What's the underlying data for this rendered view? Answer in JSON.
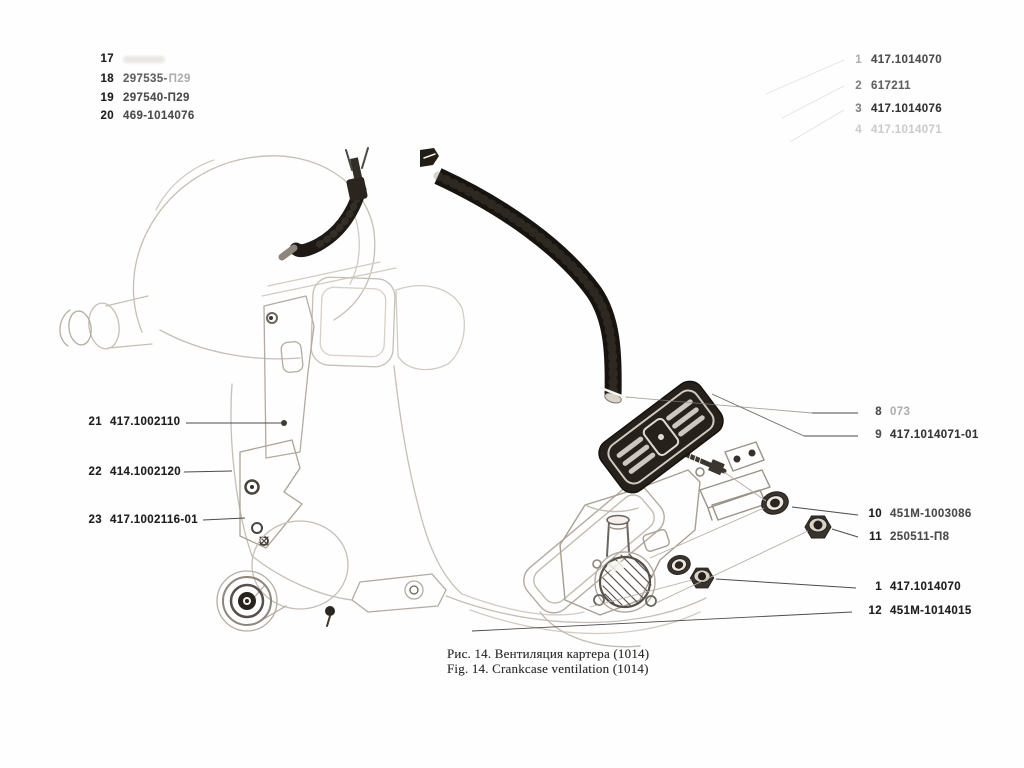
{
  "figure": {
    "caption_ru": "Рис. 14. Вентиляция картера (1014)",
    "caption_en": "Fig. 14. Crankcase ventilation (1014)"
  },
  "colors": {
    "page_bg": "#fefefe",
    "ink": "#201e20",
    "hose_dark": "#17130e",
    "sketch_light": "#c6bfb4"
  },
  "callouts": {
    "top_left": [
      {
        "num": "17",
        "part": ""
      },
      {
        "num": "18",
        "part": "297535-",
        "part_faded": "П29"
      },
      {
        "num": "19",
        "part": "297540-П29"
      },
      {
        "num": "20",
        "part": "469-1014076"
      }
    ],
    "top_right": [
      {
        "num": "1",
        "part": "417.1014070"
      },
      {
        "num": "2",
        "part": "617211"
      },
      {
        "num": "3",
        "part": "417.1014076"
      },
      {
        "num": "4",
        "part": "417.1014071"
      }
    ],
    "mid_left": [
      {
        "num": "21",
        "part": "417.1002110"
      },
      {
        "num": "22",
        "part": "414.1002120"
      },
      {
        "num": "23",
        "part": "417.1002116-01"
      }
    ],
    "mid_right": [
      {
        "num": "8",
        "part_fragment": "073"
      },
      {
        "num": "9",
        "part": "417.1014071-01"
      },
      {
        "num": "10",
        "part": "451M-1003086"
      },
      {
        "num": "11",
        "part": "250511-П8"
      },
      {
        "num": "1",
        "part": "417.1014070"
      },
      {
        "num": "12",
        "part": "451M-1014015"
      }
    ]
  }
}
